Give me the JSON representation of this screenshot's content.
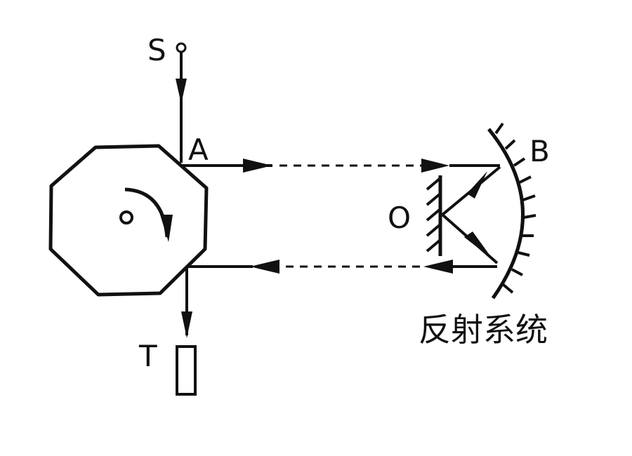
{
  "labels": {
    "source": "S",
    "point_a": "A",
    "point_b": "B",
    "point_o": "O",
    "target": "T",
    "reflector_caption": "反射系统"
  },
  "colors": {
    "ink": "#111111",
    "background": "#ffffff"
  }
}
